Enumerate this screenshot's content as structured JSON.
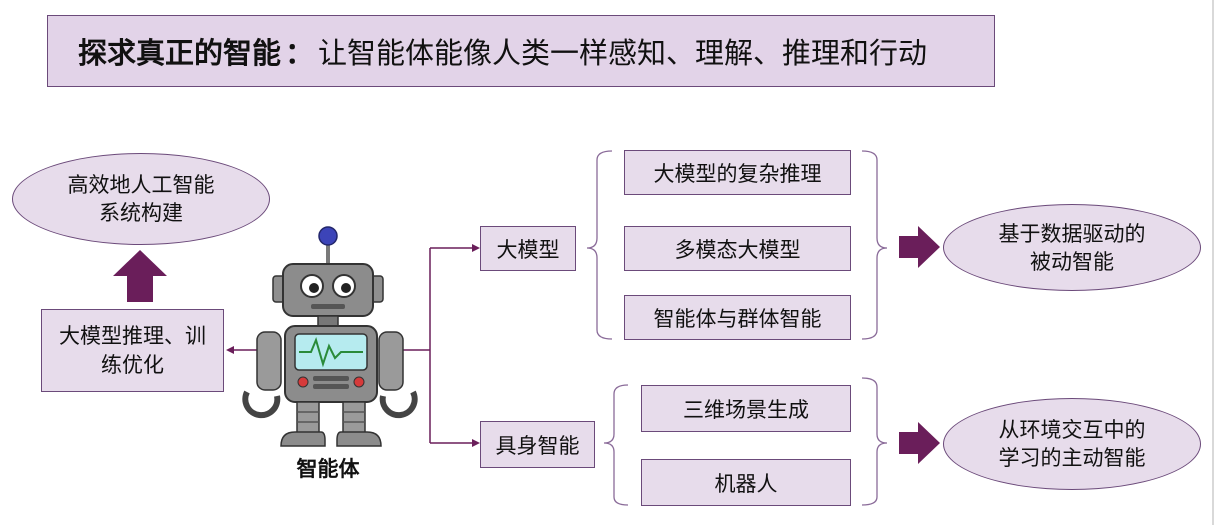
{
  "header": {
    "title_bold": "探求真正的智能",
    "title_colon": "：",
    "title_rest": "让智能体能像人类一样感知、理解、推理和行动"
  },
  "left": {
    "top_ellipse": [
      "高效地人工智能",
      "系统构建"
    ],
    "bottom_box": [
      "大模型推理、训",
      "练优化"
    ]
  },
  "center": {
    "robot_label": "智能体"
  },
  "branches": [
    {
      "label": "大模型",
      "items": [
        "大模型的复杂推理",
        "多模态大模型",
        "智能体与群体智能"
      ],
      "result": [
        "基于数据驱动的",
        "被动智能"
      ]
    },
    {
      "label": "具身智能",
      "items": [
        "三维场景生成",
        "机器人"
      ],
      "result": [
        "从环境交互中的",
        "学习的主动智能"
      ]
    }
  ],
  "colors": {
    "box_fill": "#e7dceb",
    "border": "#6b4a7a",
    "arrow": "#6a1e5a",
    "robot_body": "#8c8c8c",
    "robot_screen": "#b6ebef"
  }
}
